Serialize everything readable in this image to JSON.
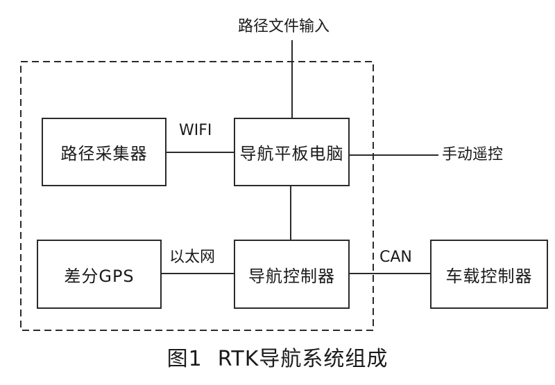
{
  "boxes": {
    "path_collector": "路径采集器",
    "nav_tablet": "导航平板电脑",
    "diff_gps": "差分GPS",
    "nav_controller": "导航控制器",
    "vehicle_controller": "车载控制器"
  },
  "links": {
    "path_file_input": "路径文件输入",
    "manual_remote": "手动遥控",
    "wifi": "WIFI",
    "ethernet": "以太网",
    "can": "CAN"
  },
  "caption": {
    "figure_no": "图1",
    "title": "RTK导航系统组成"
  }
}
